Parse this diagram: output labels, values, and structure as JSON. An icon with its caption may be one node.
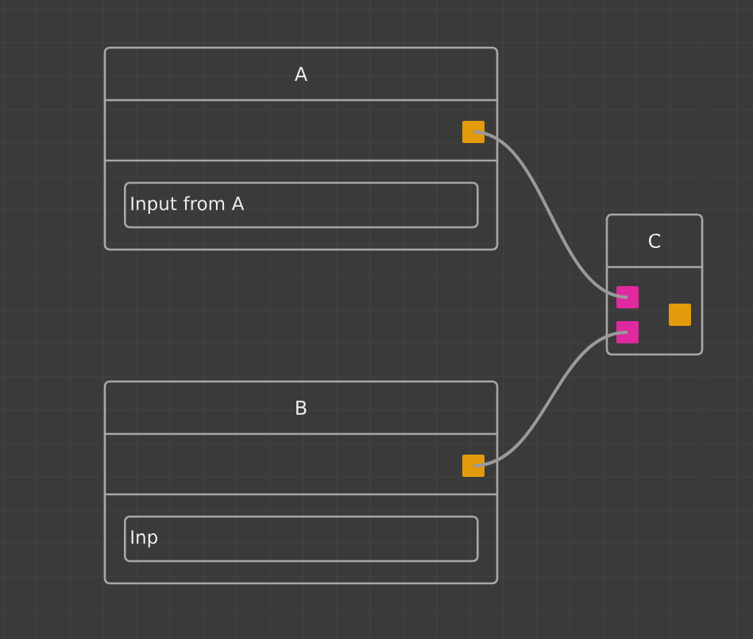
{
  "diagram": {
    "nodes": [
      {
        "text": [
          "A"
        ]
      },
      {
        "text": [
          "Input from A"
        ],
        "in": 0
      },
      {
        "text": [],
        "shape": "box",
        "in": 0
      },
      {
        "text": [
          "B"
        ]
      },
      {
        "text": [
          "Inp"
        ],
        "in": 3
      },
      {
        "text": [],
        "shape": "box",
        "in": 3
      },
      {
        "text": [
          "C"
        ]
      },
      {
        "text": [],
        "shape": "box",
        "in": 6
      },
      {
        "text": [],
        "shape": "box",
        "in": 6
      },
      {
        "text": [],
        "shape": "box",
        "in": 6
      }
    ],
    "edges": [
      {
        "from": 2,
        "to": 7,
        "arrow": "none"
      },
      {
        "from": 5,
        "to": 8,
        "arrow": "none"
      }
    ]
  }
}
